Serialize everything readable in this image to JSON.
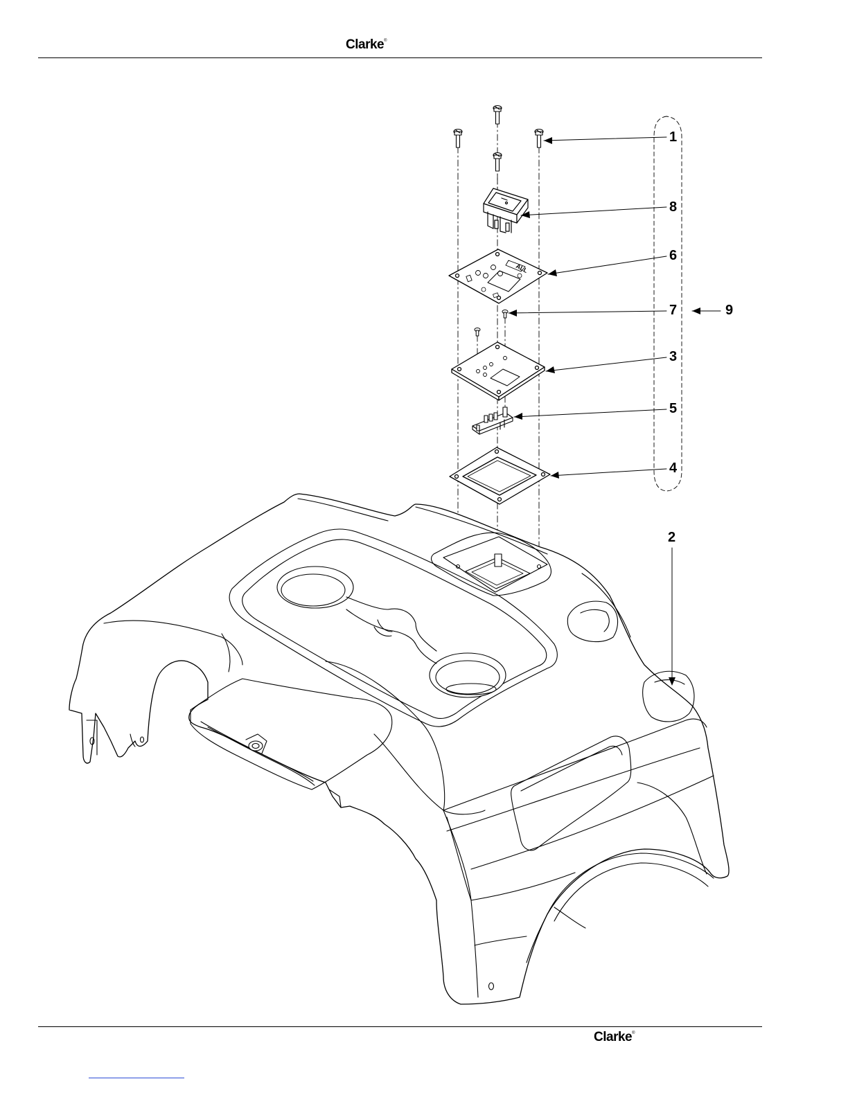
{
  "header": {
    "brand": "Clarke"
  },
  "footer": {
    "brand": "Clarke"
  },
  "callouts": {
    "c1": "1",
    "c8": "8",
    "c6": "6",
    "c7": "7",
    "c9": "9",
    "c3": "3",
    "c5": "5",
    "c4": "4",
    "c2": "2"
  },
  "panel_label": "ALL"
}
